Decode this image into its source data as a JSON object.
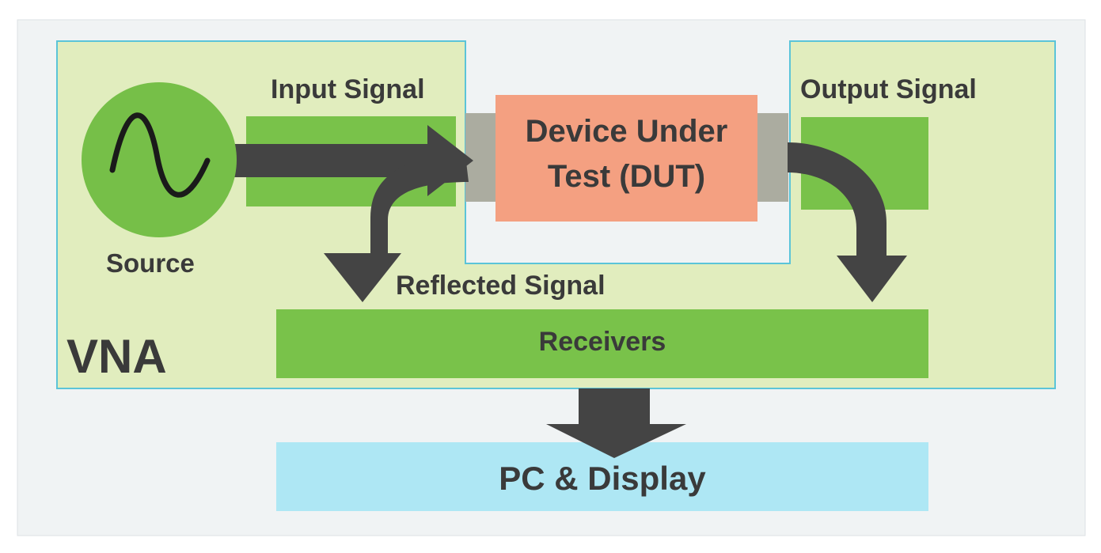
{
  "labels": {
    "input_signal": "Input Signal",
    "output_signal": "Output Signal",
    "dut_line1": "Device Under",
    "dut_line2": "Test (DUT)",
    "source": "Source",
    "reflected_signal": "Reflected Signal",
    "receivers": "Receivers",
    "vna": "VNA",
    "pc_display": "PC & Display"
  },
  "icons": {
    "source": "sine-wave-icon"
  },
  "colors": {
    "background": "#f0f3f4",
    "vna_fill": "#e1edbe",
    "vna_border": "#5bc4d8",
    "green_block": "#79c24a",
    "source_circle": "#76bf48",
    "dut_fill": "#f4a081",
    "connector": "#abaca0",
    "arrow": "#444444",
    "pc_fill": "#aee7f4",
    "text": "#3a3a3a"
  }
}
